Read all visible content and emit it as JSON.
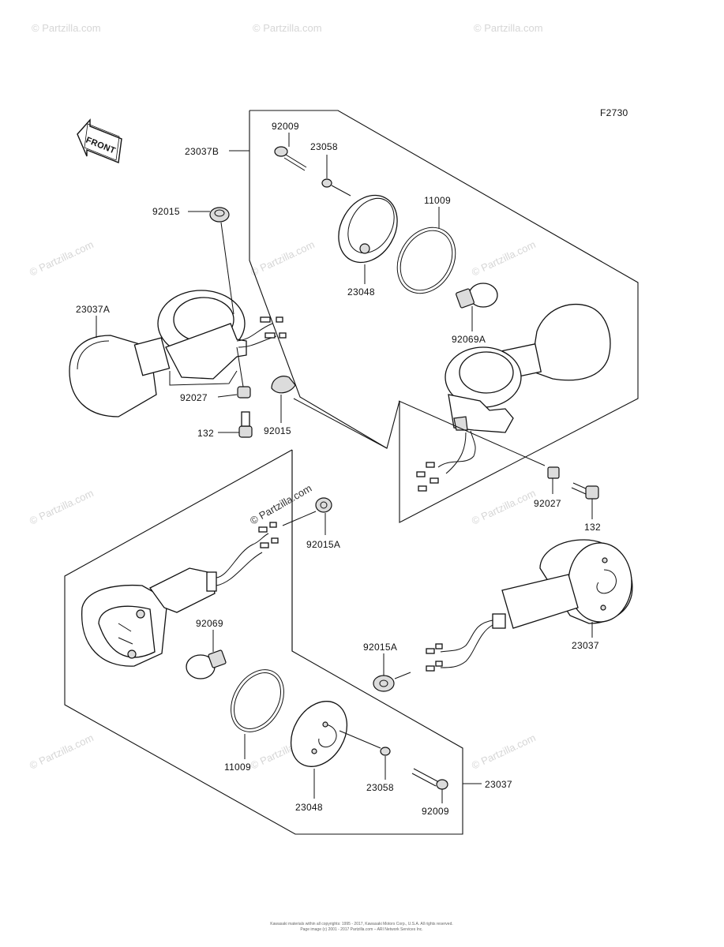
{
  "figure_code": "F2730",
  "front_label": "FRONT",
  "watermark_text": "© Partzilla.com",
  "center_watermark": "© Partzilla.com",
  "copyright_line1": "Kawasaki materials within all copyrights: 1995 - 2017, Kawasaki Motors Corp., U.S.A. All rights reserved.",
  "copyright_line2": "Page image (c) 2001 - 2017 Partzilla.com – ARI Network Services Inc.",
  "callouts": {
    "c_23037B": "23037B",
    "c_92009_top": "92009",
    "c_23058_top": "23058",
    "c_11009_top": "11009",
    "c_92015_top": "92015",
    "c_23048_top": "23048",
    "c_23037A": "23037A",
    "c_92069A": "92069A",
    "c_92027_left": "92027",
    "c_132_left": "132",
    "c_92015_mid": "92015",
    "c_92027_right": "92027",
    "c_132_right": "132",
    "c_92015A_upper": "92015A",
    "c_92069": "92069",
    "c_23037_right": "23037",
    "c_92015A_lower": "92015A",
    "c_11009_bottom": "11009",
    "c_23048_bottom": "23048",
    "c_23058_bottom": "23058",
    "c_23037_bottom": "23037",
    "c_92009_bottom": "92009"
  }
}
